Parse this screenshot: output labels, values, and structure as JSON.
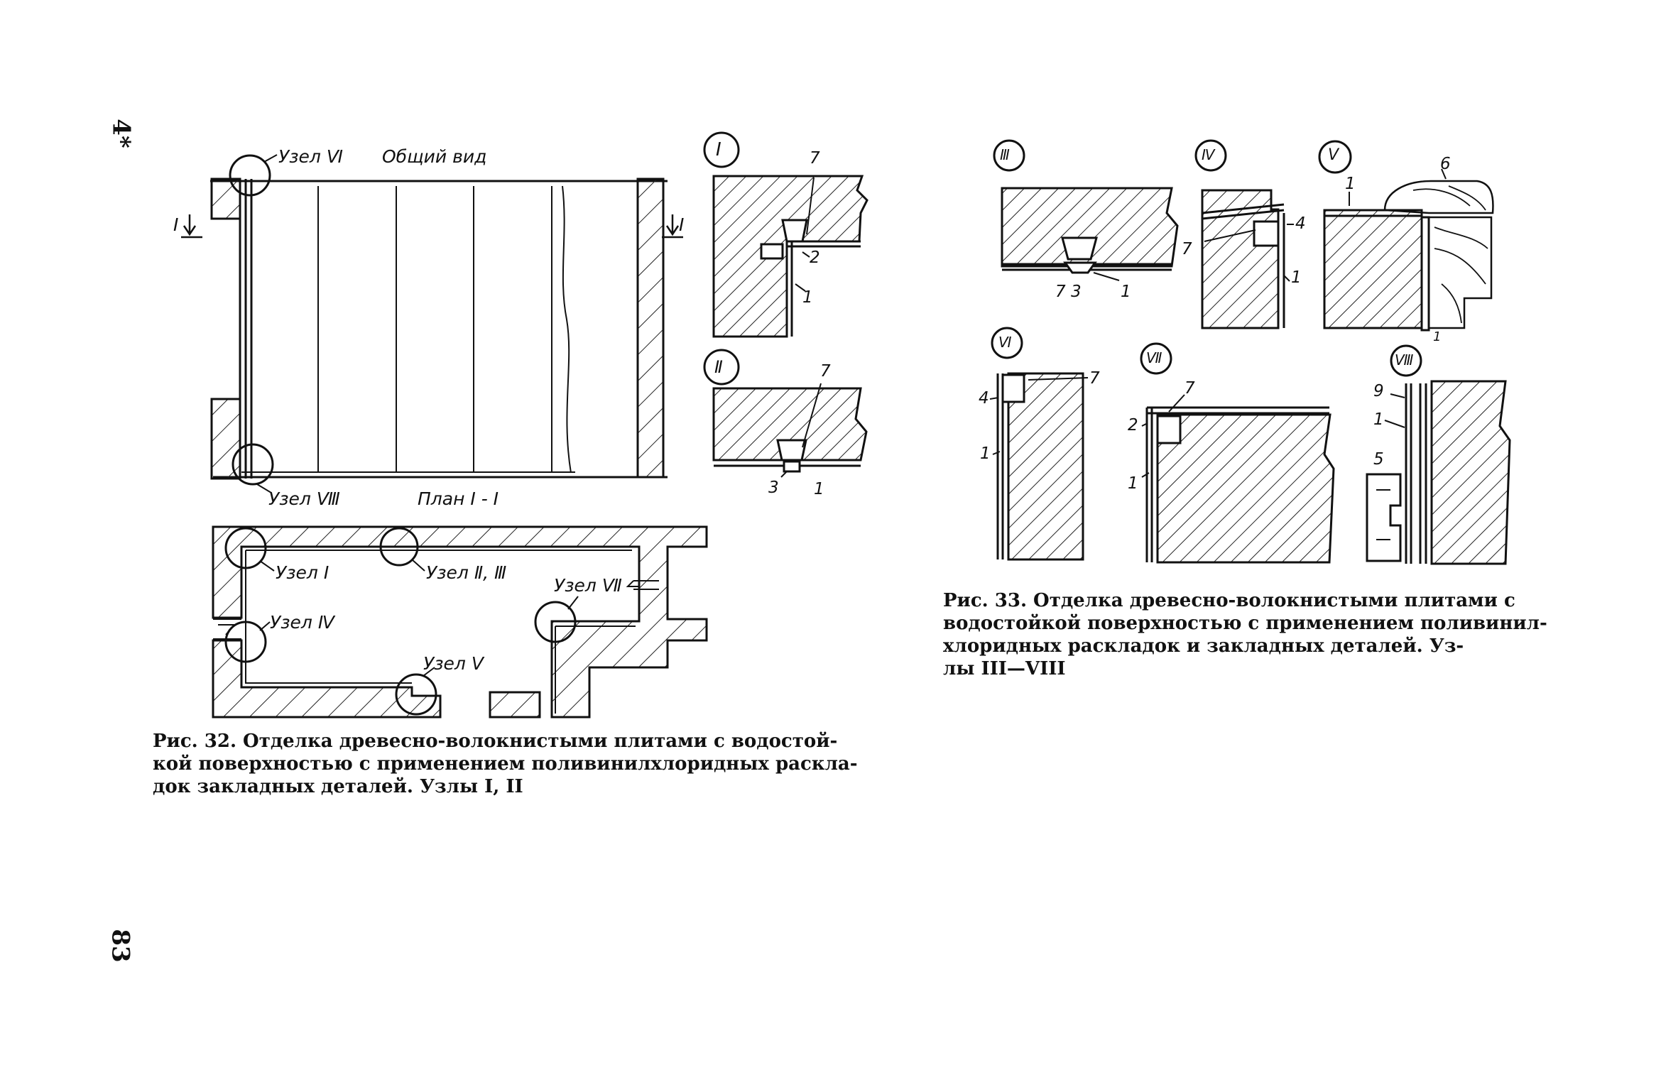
{
  "page": {
    "marker_top": "4*",
    "number": "83"
  },
  "fig32": {
    "general_view": "Общий вид",
    "section_mark": "I",
    "plan_label": "План I - I",
    "callouts": {
      "uzel6": "Узел Ⅵ",
      "uzel8": "Узел Ⅷ",
      "uzel1": "Узел I",
      "uzel23": "Узел Ⅱ, Ⅲ",
      "uzel7": "Узел Ⅶ",
      "uzel4": "Узел Ⅳ",
      "uzel5": "Узел Ⅴ"
    },
    "caption": [
      "Рис. 32. Отделка древесно-волокнистыми плитами с водостой-",
      "кой поверхностью с применением поливинилхлоридных раскла-",
      "док закладных деталей. Узлы I, II"
    ]
  },
  "details": {
    "n1": {
      "label": "I",
      "parts": [
        "7",
        "2",
        "1"
      ]
    },
    "n2": {
      "label": "Ⅱ",
      "parts": [
        "7",
        "3",
        "1"
      ]
    },
    "n3": {
      "label": "Ⅲ",
      "parts": [
        "7",
        "3",
        "1"
      ]
    },
    "n4": {
      "label": "Ⅳ",
      "parts": [
        "4",
        "7",
        "1"
      ]
    },
    "n5": {
      "label": "Ⅴ",
      "parts": [
        "6",
        "1",
        "1"
      ]
    },
    "n6": {
      "label": "Ⅵ",
      "parts": [
        "7",
        "4",
        "1"
      ]
    },
    "n7": {
      "label": "Ⅶ",
      "parts": [
        "7",
        "2",
        "1"
      ]
    },
    "n8": {
      "label": "Ⅷ",
      "parts": [
        "9",
        "1",
        "5"
      ]
    }
  },
  "fig33": {
    "caption": [
      "Рис. 33. Отделка древесно-волокнистыми плитами с",
      "водостойкой поверхностью с применением поливинил-",
      "хлоридных раскладок и закладных деталей. Уз-",
      "лы III—VIII"
    ]
  }
}
